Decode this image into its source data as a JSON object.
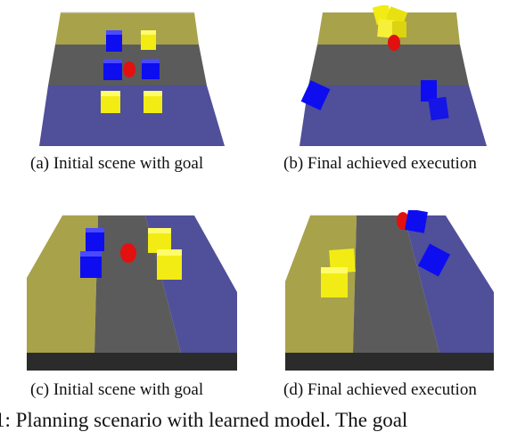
{
  "figure": {
    "panels": [
      {
        "id": "a",
        "caption": "(a) Initial scene with goal"
      },
      {
        "id": "b",
        "caption": "(b) Final achieved execution"
      },
      {
        "id": "c",
        "caption": "(c) Initial scene with goal"
      },
      {
        "id": "d",
        "caption": "(d) Final achieved execution"
      }
    ],
    "caption_text": "1: Planning scenario with learned model. The goal"
  },
  "colors": {
    "yellow_zone": "#a8a24a",
    "gray_zone": "#5b5b5b",
    "blue_zone": "#4f4f9a",
    "yellow_cube": "#f2ec14",
    "blue_cube": "#0d0df0",
    "goal_ball": "#e31010",
    "table_edge": "#2b2b2b"
  }
}
